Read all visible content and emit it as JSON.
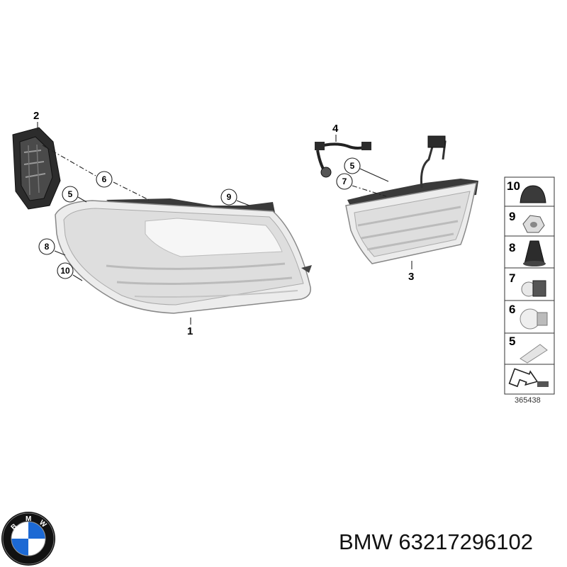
{
  "callouts": {
    "c1": "1",
    "c2": "2",
    "c3": "3",
    "c4": "4",
    "c5a": "5",
    "c5b": "5",
    "c6": "6",
    "c7": "7",
    "c8": "8",
    "c9": "9",
    "c10": "10"
  },
  "legend": [
    "10",
    "9",
    "8",
    "7",
    "6",
    "5"
  ],
  "diagram_code": "365438",
  "caption": "BMW 63217296102",
  "logo": {
    "text": "BMW",
    "colors": {
      "blue": "#1c69d4",
      "ring": "#111111",
      "white": "#ffffff"
    }
  },
  "colors": {
    "line": "#222222",
    "lens": "#ececec",
    "housing": "#3a3a3a"
  }
}
